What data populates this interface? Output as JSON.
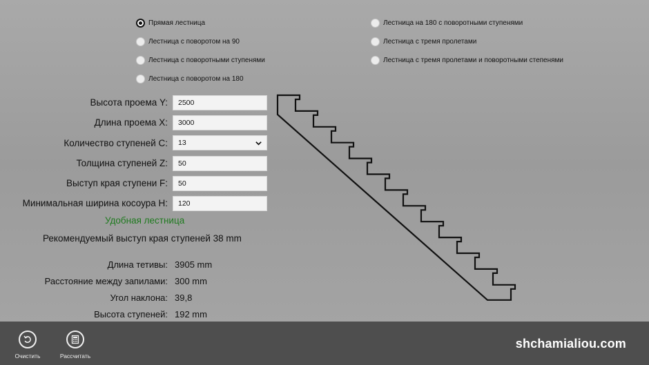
{
  "stair_types": [
    {
      "label": "Прямая лестница",
      "selected": true
    },
    {
      "label": "Лестница с поворотом на 90",
      "selected": false
    },
    {
      "label": "Лестница с поворотными ступенями",
      "selected": false
    },
    {
      "label": "Лестница с поворотом на 180",
      "selected": false
    },
    {
      "label": "Лестница на 180 с поворотными ступенями",
      "selected": false
    },
    {
      "label": "Лестница с тремя пролетами",
      "selected": false
    },
    {
      "label": "Лестница с тремя пролетами и поворотными степенями",
      "selected": false
    }
  ],
  "form": {
    "height": {
      "label": "Высота проема Y:",
      "value": "2500"
    },
    "length": {
      "label": "Длина проема X:",
      "value": "3000"
    },
    "steps": {
      "label": "Количество ступеней C:",
      "value": "13"
    },
    "thickness": {
      "label": "Толщина ступеней Z:",
      "value": "50"
    },
    "overhang": {
      "label": "Выступ края ступени F:",
      "value": "50"
    },
    "stringer_width": {
      "label": "Минимальная ширина косоура H:",
      "value": "120"
    }
  },
  "status": "Удобная лестница",
  "recommendation": "Рекомендуемый выступ края ступеней 38 mm",
  "results": [
    {
      "label": "Длина тетивы:",
      "value": "3905 mm"
    },
    {
      "label": "Расстояние между запилами:",
      "value": "300 mm"
    },
    {
      "label": "Угол наклона:",
      "value": "39,8"
    },
    {
      "label": "Высота ступеней:",
      "value": "192 mm"
    }
  ],
  "stair_drawing": {
    "step_count": 13
  },
  "appbar": {
    "clear_label": "Очистить",
    "calculate_label": "Рассчитать",
    "brand": "shchamialiou.com"
  },
  "colors": {
    "background": "#a3a3a3",
    "appbar": "#4e4e4e",
    "status_ok": "#1f7a1f",
    "input_bg": "#f3f3f3"
  },
  "icons": {
    "clear": "undo-icon",
    "calculate": "calculator-icon",
    "dropdown": "chevron-down-icon"
  }
}
